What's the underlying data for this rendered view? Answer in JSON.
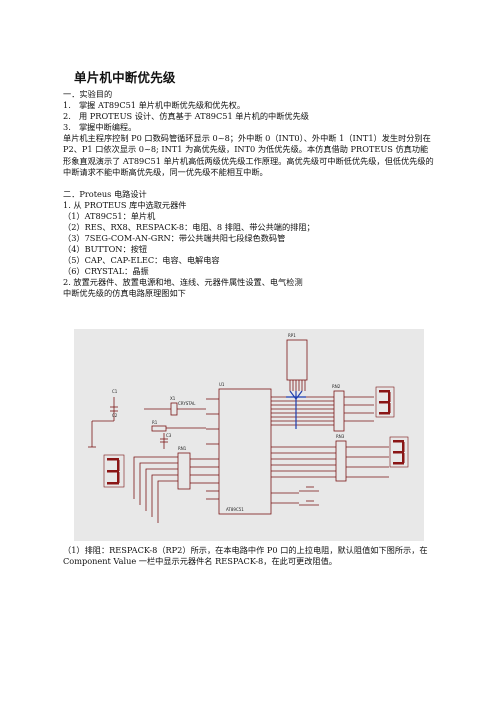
{
  "title": "单片机中断优先级",
  "section1": {
    "heading": "一．实验目的",
    "items": [
      "1.　掌握 AT89C51 单片机中断优先级和优先权。",
      "2.　用 PROTEUS 设计、仿真基于 AT89C51 单片机的中断优先级",
      "3.　掌握中断编程。"
    ],
    "paragraph": "单片机主程序控制 P0 口数码管循环显示 0~8；外中断 0（INT0）、外中断 1（INT1）发生时分别在 P2、P1 口依次显示 0~8; INT1 为高优先级，INT0 为低优先级。本仿真借助 PROTEUS 仿真功能形象直观演示了 AT89C51 单片机高低两级优先级工作原理。高优先级可中断低优先级，但低优先级的中断请求不能中断高优先级，同一优先级不能相互中断。"
  },
  "section2": {
    "heading": "二．Proteus 电路设计",
    "sub1": "1. 从 PROTEUS 库中选取元器件",
    "parts": [
      "（1）AT89C51：单片机",
      "（2）RES、RX8、RESPACK-8：电阻、8 排阻、带公共端的排阻；",
      "（3）7SEG-COM-AN-GRN：带公共端共阳七段绿色数码管",
      "（4）BUTTON：按钮",
      "（5）CAP、CAP-ELEC：电容、电解电容",
      "（6）CRYSTAL：晶振"
    ],
    "sub2": "2. 放置元器件、放置电源和地、连线、元器件属性设置、电气检测",
    "sub3": "中断优先级的仿真电路原理图如下"
  },
  "figure_labels": {
    "rp1": "RP1",
    "u1": "U1",
    "c1": "C1",
    "c2": "C2",
    "c3": "C3",
    "x1": "X1",
    "x1_val": "CRYSTAL",
    "r1": "R1",
    "rn1": "RN1",
    "rn2": "RN2",
    "rn3": "RN3",
    "at89": "AT89C51"
  },
  "caption": "（1）排阻：RESPACK-8（RP2）所示，在本电路中作 P0 口的上拉电阻，默认阻值如下图所示，在 Component Value 一栏中显示元器件名 RESPACK-8，在此可更改阻值。",
  "colors": {
    "wire": "#7a1515",
    "bus": "#1e3fb0",
    "schematic_bg": "#e8e8e8",
    "segment": "#8a1515"
  }
}
